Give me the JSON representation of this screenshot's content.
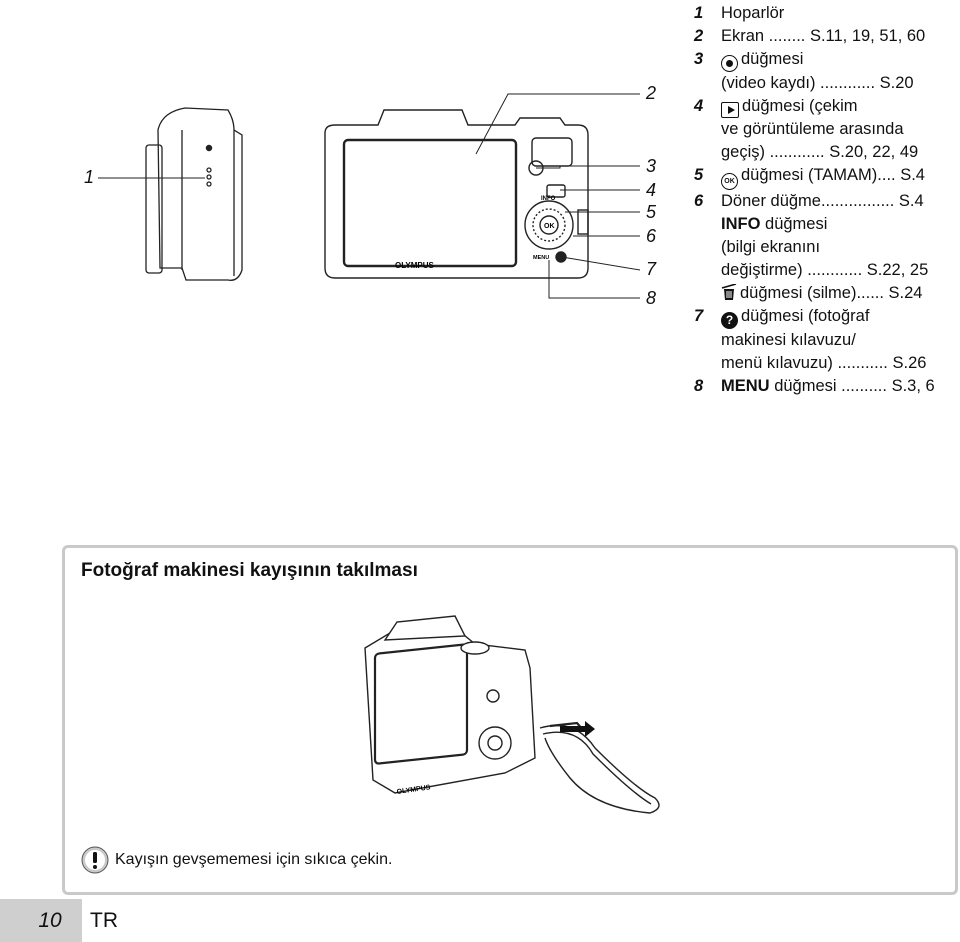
{
  "diagram": {
    "callouts": [
      "1",
      "2",
      "3",
      "4",
      "5",
      "6",
      "7",
      "8"
    ],
    "camera": {
      "brand": "OLYMPUS",
      "info_label": "INFO",
      "ok_label": "OK",
      "menu_label": "MENU"
    }
  },
  "parts": [
    {
      "num": "1",
      "lines": [
        "Hoparlör"
      ]
    },
    {
      "num": "2",
      "lines": [
        "Ekran ........ S.11, 19, 51, 60"
      ]
    },
    {
      "num": "3",
      "icon": "movie-record-icon",
      "lines": [
        "düğmesi",
        "(video kaydı) ............ S.20"
      ]
    },
    {
      "num": "4",
      "icon": "playback-icon",
      "lines": [
        "düğmesi (çekim",
        "ve görüntüleme arasında",
        "geçiş) ............ S.20, 22, 49"
      ]
    },
    {
      "num": "5",
      "icon": "ok-icon",
      "lines": [
        "düğmesi (TAMAM).... S.4"
      ]
    },
    {
      "num": "6",
      "lines": [
        "Döner düğme................ S.4"
      ]
    },
    {
      "num": "",
      "bold_prefix": "INFO",
      "lines": [
        "düğmesi",
        "(bilgi ekranını",
        "değiştirme) ............ S.22, 25"
      ]
    },
    {
      "num": "",
      "icon": "trash-icon",
      "lines": [
        "düğmesi (silme)...... S.24"
      ]
    },
    {
      "num": "7",
      "icon": "help-icon",
      "lines": [
        "düğmesi (fotoğraf",
        "makinesi kılavuzu/",
        "menü kılavuzu) ........... S.26"
      ]
    },
    {
      "num": "8",
      "bold_prefix": "MENU",
      "lines": [
        "düğmesi .......... S.3, 6"
      ]
    }
  ],
  "strap_section": {
    "title": "Fotoğraf makinesi kayışının takılması",
    "note": "Kayışın gevşememesi için sıkıca çekin."
  },
  "footer": {
    "page_number": "10",
    "language": "TR"
  }
}
